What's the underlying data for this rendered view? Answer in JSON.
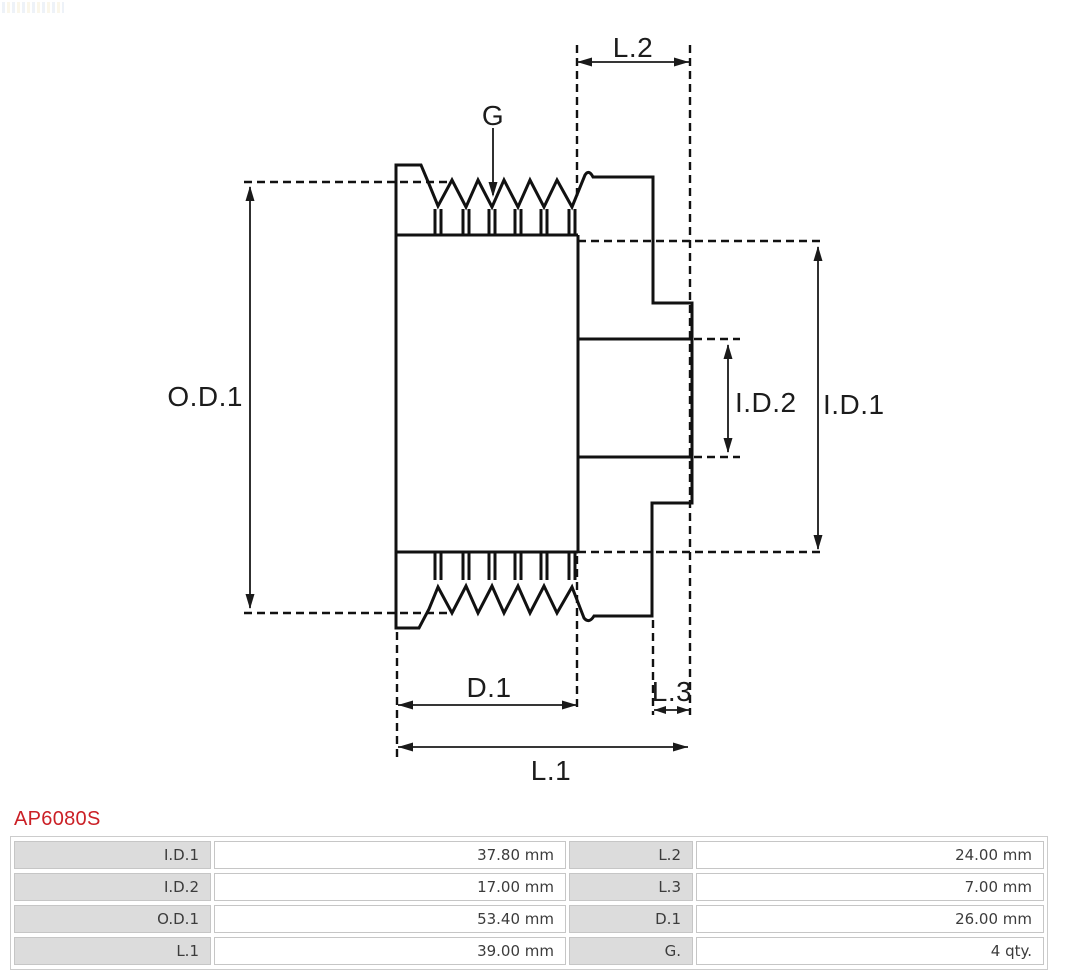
{
  "part": {
    "number": "AP6080S",
    "accent_color": "#cb2026"
  },
  "drawing": {
    "line_color": "#111111",
    "labels": {
      "l2": "L.2",
      "g": "G",
      "od1": "O.D.1",
      "id2": "I.D.2",
      "id1": "I.D.1",
      "d1": "D.1",
      "l3": "L.3",
      "l1": "L.1"
    }
  },
  "spec_table": {
    "label_bg": "#dcdcdc",
    "rows": [
      {
        "label_left": "I.D.1",
        "value_left": "37.80 mm",
        "label_right": "L.2",
        "value_right": "24.00 mm"
      },
      {
        "label_left": "I.D.2",
        "value_left": "17.00 mm",
        "label_right": "L.3",
        "value_right": "7.00 mm"
      },
      {
        "label_left": "O.D.1",
        "value_left": "53.40 mm",
        "label_right": "D.1",
        "value_right": "26.00 mm"
      },
      {
        "label_left": "L.1",
        "value_left": "39.00 mm",
        "label_right": "G.",
        "value_right": "4 qty."
      }
    ]
  }
}
